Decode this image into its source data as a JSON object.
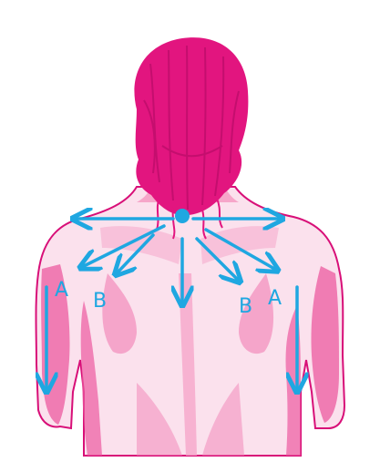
{
  "illustration": {
    "subject": "back-of-woman-with-pinned-up-hair",
    "colors": {
      "skin_wash": "#ec5a9f",
      "skin_light": "#f7b3d2",
      "hair": "#e2157f",
      "outline": "#d80f78",
      "arrow": "#1fa7e1",
      "background": "#ffffff"
    }
  },
  "arrow_labels": {
    "left_outer": "A",
    "left_inner": "B",
    "right_inner": "B",
    "right_outer": "A"
  },
  "origin_marker": "center-dot"
}
